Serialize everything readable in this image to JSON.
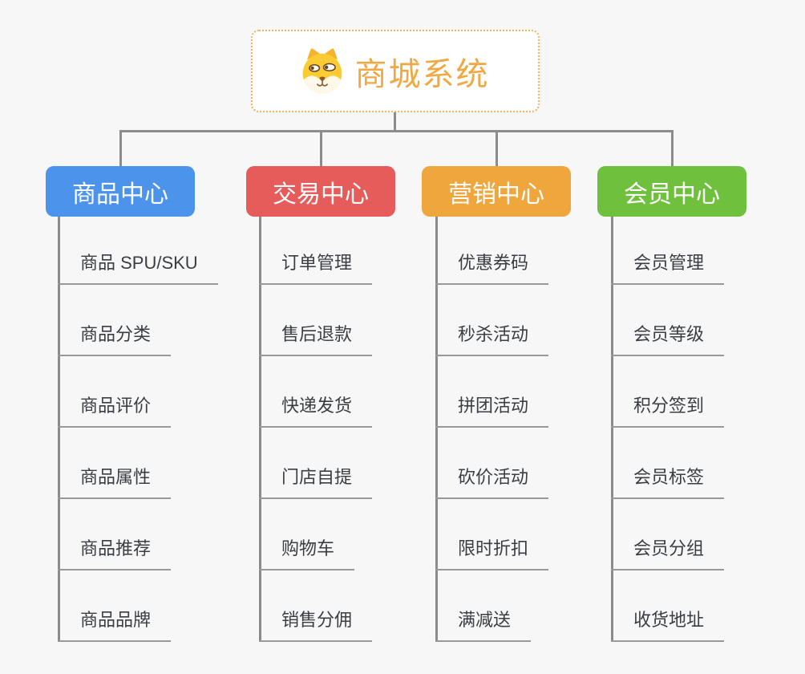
{
  "page": {
    "background": "#F7F7F7"
  },
  "connector_color": "#8C8C8C",
  "root": {
    "title": "商城系统",
    "icon": "dog-face-icon",
    "text_color": "#F0A843",
    "border_color": "#F4B25C"
  },
  "branches": [
    {
      "label": "商品中心",
      "color": "#4C93EB",
      "children": [
        "商品 SPU/SKU",
        "商品分类",
        "商品评价",
        "商品属性",
        "商品推荐",
        "商品品牌"
      ]
    },
    {
      "label": "交易中心",
      "color": "#E65C5B",
      "children": [
        "订单管理",
        "售后退款",
        "快递发货",
        "门店自提",
        "购物车",
        "销售分佣"
      ]
    },
    {
      "label": "营销中心",
      "color": "#EFA73D",
      "children": [
        "优惠券码",
        "秒杀活动",
        "拼团活动",
        "砍价活动",
        "限时折扣",
        "满减送"
      ]
    },
    {
      "label": "会员中心",
      "color": "#6FC03C",
      "children": [
        "会员管理",
        "会员等级",
        "积分签到",
        "会员标签",
        "会员分组",
        "收货地址"
      ]
    }
  ]
}
